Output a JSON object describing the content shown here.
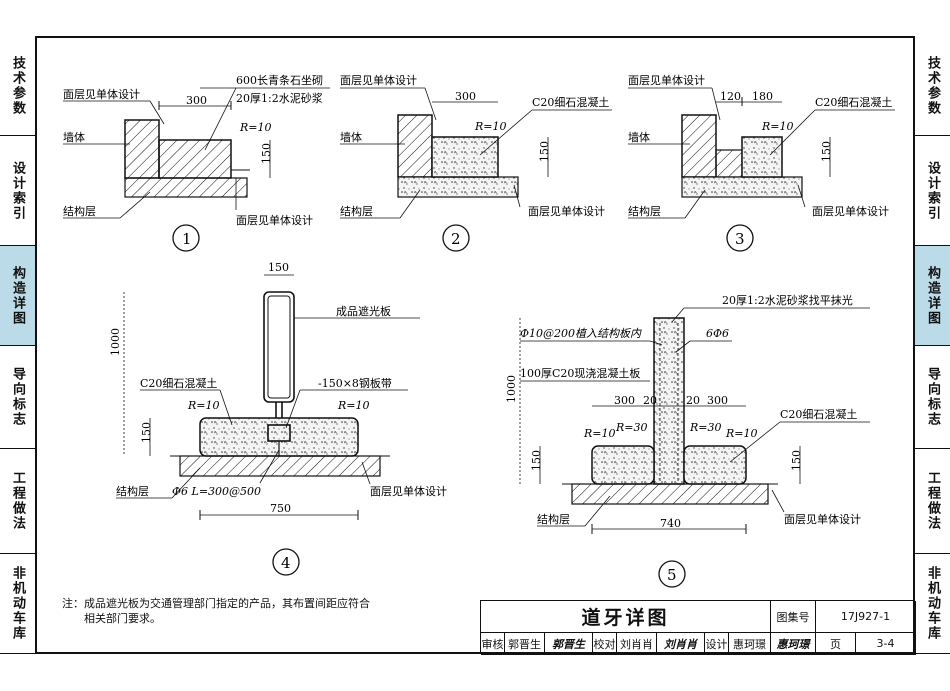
{
  "side_tabs": [
    {
      "label": "技术参数",
      "active": false
    },
    {
      "label": "设计索引",
      "active": false
    },
    {
      "label": "构造详图",
      "active": true
    },
    {
      "label": "导向标志",
      "active": false
    },
    {
      "label": "工程做法",
      "active": false
    },
    {
      "label": "非机动车库",
      "active": false
    }
  ],
  "details": {
    "d1": {
      "num": "1",
      "lbl_surface_top": "面层见单体设计",
      "lbl_stone": "600长青条石坐砌",
      "lbl_mortar": "20厚1:2水泥砂浆",
      "dim_300": "300",
      "lbl_wall": "墙体",
      "lbl_r": "R=10",
      "dim_150": "150",
      "lbl_struct": "结构层",
      "lbl_surface_bot": "面层见单体设计"
    },
    "d2": {
      "num": "2",
      "lbl_surface_top": "面层见单体设计",
      "dim_300": "300",
      "lbl_concrete": "C20细石混凝土",
      "lbl_wall": "墙体",
      "lbl_r": "R=10",
      "dim_150": "150",
      "lbl_struct": "结构层",
      "lbl_surface_bot": "面层见单体设计"
    },
    "d3": {
      "num": "3",
      "lbl_surface_top": "面层见单体设计",
      "dim_120": "120",
      "dim_180": "180",
      "lbl_concrete": "C20细石混凝土",
      "lbl_wall": "墙体",
      "lbl_r": "R=10",
      "dim_150": "150",
      "lbl_struct": "结构层",
      "lbl_surface_bot": "面层见单体设计"
    },
    "d4": {
      "num": "4",
      "dim_150_top": "150",
      "lbl_board": "成品遮光板",
      "dim_1000": "1000",
      "lbl_concrete": "C20细石混凝土",
      "lbl_steel": "-150×8钢板带",
      "lbl_r_left": "R=10",
      "lbl_r_right": "R=10",
      "dim_150": "150",
      "lbl_struct": "结构层",
      "lbl_anchor": "Φ6  L=300@500",
      "lbl_surface": "面层见单体设计",
      "dim_750": "750"
    },
    "d5": {
      "num": "5",
      "lbl_mortar": "20厚1:2水泥砂浆找平抹光",
      "lbl_bar": "Φ10@200植入结构板内",
      "lbl_6phi6": "6Φ6",
      "lbl_slab": "100厚C20现浇混凝土板",
      "dim_1000": "1000",
      "dim_300_l": "300",
      "dim_20_l": "20",
      "dim_20_r": "20",
      "dim_300_r": "300",
      "lbl_concrete": "C20细石混凝土",
      "lbl_r10_l": "R=10",
      "lbl_r30_l": "R=30",
      "lbl_r30_r": "R=30",
      "lbl_r10_r": "R=10",
      "dim_150_l": "150",
      "dim_150_r": "150",
      "lbl_struct": "结构层",
      "lbl_surface": "面层见单体设计",
      "dim_740": "740"
    }
  },
  "note": {
    "line1": "注：成品遮光板为交通管理部门指定的产品，其布置间距应符合",
    "line2": "相关部门要求。"
  },
  "title_block": {
    "title": "道牙详图",
    "atlas_label": "图集号",
    "atlas_no": "17J927-1",
    "review_label": "审核",
    "reviewer": "郭晋生",
    "reviewer_sig": "郭晋生",
    "check_label": "校对",
    "checker": "刘肖肖",
    "checker_sig": "刘肖肖",
    "design_label": "设计",
    "designer": "惠珂璟",
    "designer_sig": "惠珂璟",
    "page_label": "页",
    "page_no": "3-4"
  }
}
